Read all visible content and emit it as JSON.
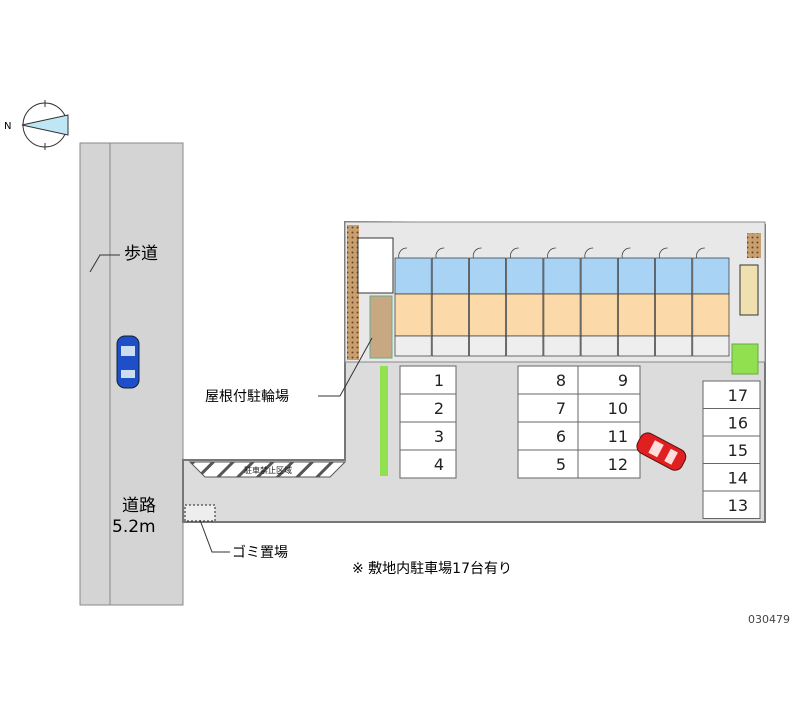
{
  "labels": {
    "sidewalk": "歩道",
    "road": "道路",
    "road_width": "5.2m",
    "bike_parking": "屋根付駐輪場",
    "garbage": "ゴミ置場",
    "no_parking_zone": "駐車禁止区域",
    "note": "※ 敷地内駐車場17台有り",
    "code": "030479",
    "compass_n": "N"
  },
  "parking": {
    "block_left": [
      "1",
      "2",
      "3",
      "4"
    ],
    "block_mid_left": [
      "8",
      "7",
      "6",
      "5"
    ],
    "block_mid_right": [
      "9",
      "10",
      "11",
      "12"
    ],
    "block_right": [
      "17",
      "16",
      "15",
      "14",
      "13"
    ]
  },
  "building": {
    "units": 9
  },
  "colors": {
    "unit_top": "#a9d3f5",
    "unit_bottom": "#fbd9a8",
    "car_blue": "#1e4fc8",
    "car_red": "#e02020",
    "green": "#90e050",
    "lot": "#dcdcdc"
  }
}
